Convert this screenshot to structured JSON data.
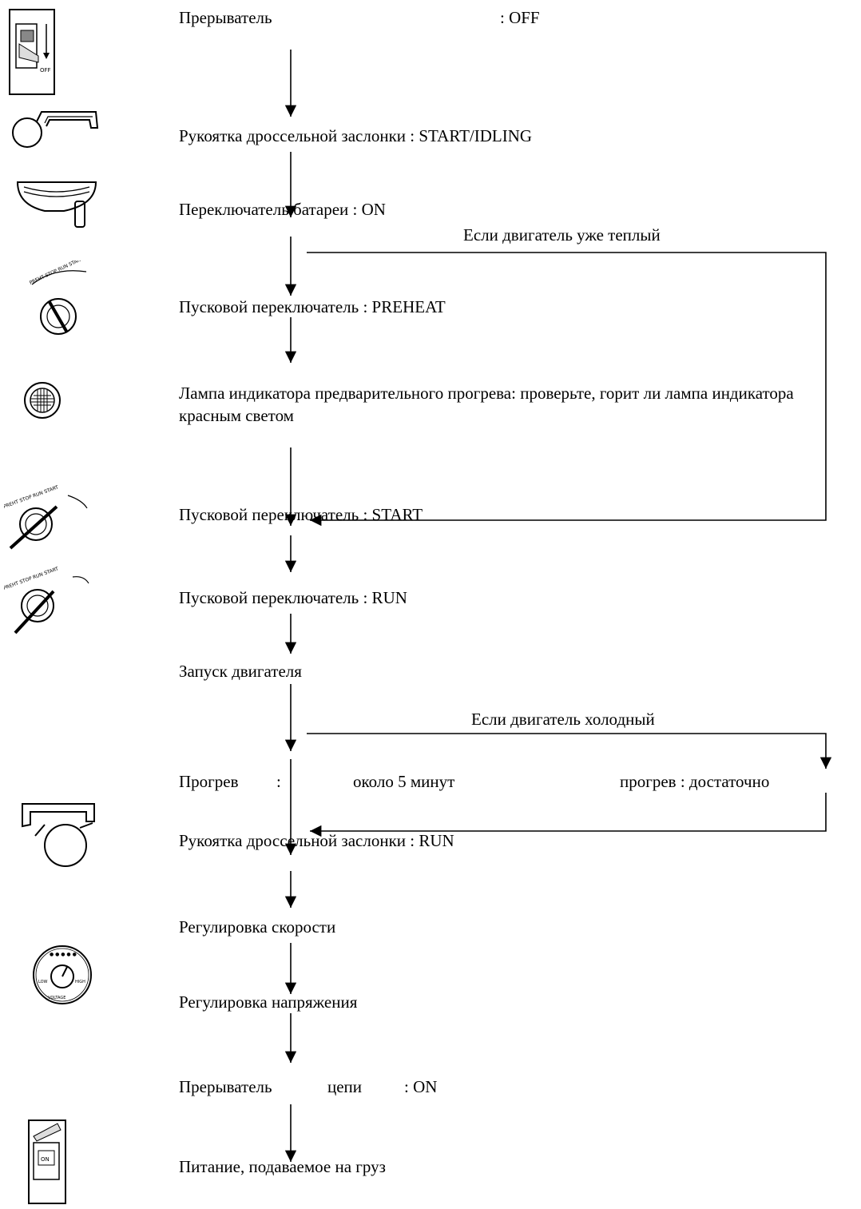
{
  "steps": {
    "breaker_off_label": "Прерыватель",
    "breaker_off_value": ": OFF",
    "throttle_start": "Рукоятка дроссельной заслонки : START/IDLING",
    "battery_on": "Переключатель батареи : ON",
    "preheat": "Пусковой переключатель : PREHEAT",
    "lamp_check": "Лампа индикатора предварительного прогрева: проверьте, горит ли лампа индикатора красным светом",
    "start_switch_start": "Пусковой переключатель : START",
    "start_switch_run": "Пусковой переключатель : RUN",
    "engine_start": "Запуск двигателя",
    "warmup_label": "Прогрев",
    "warmup_colon": ":",
    "warmup_duration": "около 5 минут",
    "warmup_enough": "прогрев : достаточно",
    "throttle_run": "Рукоятка дроссельной заслонки : RUN",
    "speed_adjust": "Регулировка скорости",
    "voltage_adjust": "Регулировка напряжения",
    "circuit_breaker_label": "Прерыватель",
    "circuit_breaker_word": "цепи",
    "circuit_breaker_value": ": ON",
    "power_to_load": "Питание, подаваемое на груз"
  },
  "branches": {
    "engine_warm": "Если двигатель уже теплый",
    "engine_cold": "Если двигатель холодный"
  },
  "icons": {
    "i1": "circuit-breaker-off-icon",
    "i2": "throttle-lever-start-icon",
    "i3": "battery-switch-icon",
    "i4": "starter-switch-preheat-icon",
    "i5": "preheat-lamp-icon",
    "i6": "starter-switch-start-icon",
    "i7": "starter-switch-run-icon",
    "i8": "throttle-lever-run-icon",
    "i9": "voltage-regulator-knob-icon",
    "i10": "circuit-breaker-on-icon"
  }
}
